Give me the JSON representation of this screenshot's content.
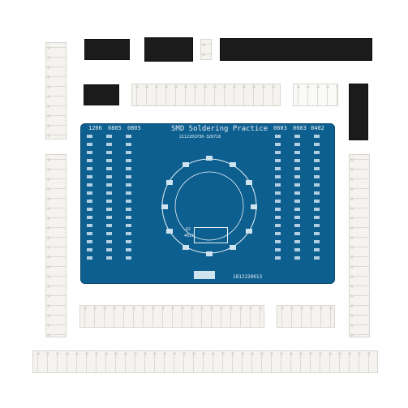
{
  "pcb": {
    "title": "SMD Soldering Practice",
    "subtitle": "2112201P30-320718",
    "serial": "1812228013",
    "size_labels": [
      "1206",
      "0805",
      "0805",
      "0603",
      "0603",
      "0402"
    ],
    "ic_label": "U2",
    "ic_code": "4017",
    "colors": {
      "board": "#0d5f8f",
      "silkscreen": "#e8f1f7",
      "pads": "#cfe3ef"
    }
  },
  "components": {
    "tape_color": "#f4f3ef",
    "chip_color": "#1b1b1b"
  }
}
